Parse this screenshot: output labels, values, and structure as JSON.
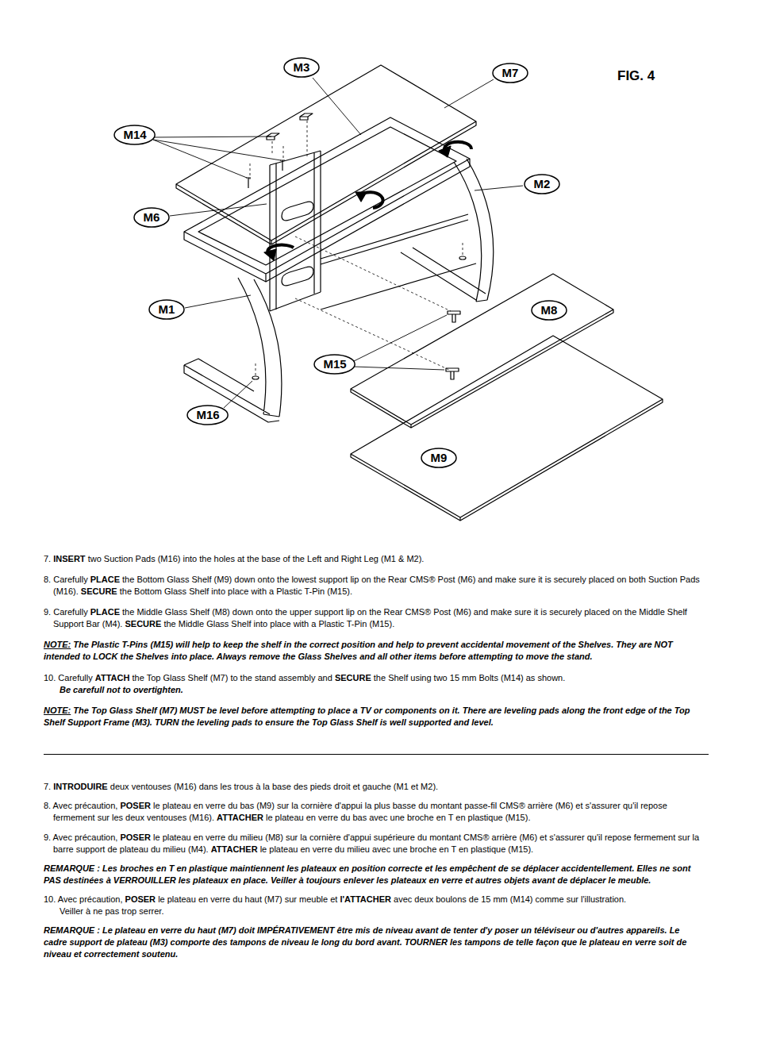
{
  "diagram": {
    "nodes": [
      {
        "text": [
          "M3"
        ]
      },
      {
        "text": [
          "M7"
        ]
      },
      {
        "text": [
          "M14"
        ]
      },
      {
        "text": [
          "M2"
        ]
      },
      {
        "text": [
          "M6"
        ]
      },
      {
        "text": [
          "M1"
        ]
      },
      {
        "text": [
          "M8"
        ]
      },
      {
        "text": [
          "M15"
        ]
      },
      {
        "text": [
          "M16"
        ]
      },
      {
        "text": [
          "M9"
        ]
      }
    ],
    "labels": [
      "FIG. 4",
      "7.",
      "INSERT",
      "two Suction Pads (M16) into the holes at the base of the Left and Right Leg (M1 & M2).",
      "8. Carefully",
      "PLACE",
      "the Bottom Glass Shelf (M9) down onto the lowest support lip on the Rear CMS® Post (M6) and make sure it is securely placed on both Suction Pads (M16).",
      "SECURE",
      "the Bottom Glass Shelf into place with a Plastic T-Pin (M15).",
      "9. Carefully",
      "PLACE",
      "the Middle Glass Shelf (M8) down onto the upper support lip on the Rear CMS® Post (M6) and make sure it is securely placed on the Middle Shelf Support Bar (M4).",
      "SECURE",
      "the Middle Glass Shelf into place with a Plastic T-Pin (M15).",
      "NOTE:",
      "The Plastic T-Pins (M15) will help to keep the shelf in the correct position and help to prevent accidental movement of the Shelves. They are NOT intended to LOCK the Shelves into place. Always remove the Glass Shelves and all other items before attempting to move the stand.",
      "10. Carefully",
      "ATTACH",
      "the Top Glass Shelf (M7) to the stand assembly and",
      "SECURE",
      "the Shelf using two 15 mm Bolts (M14) as shown.",
      "Be carefull not to overtighten.",
      "NOTE:",
      "The Top Glass Shelf (M7) MUST be level before attempting to place a TV or components on it. There are leveling pads along the front edge of the Top Shelf Support Frame (M3). TURN the leveling pads to ensure the Top Glass Shelf is well supported and level.",
      "7.",
      "INTRODUIRE",
      "deux ventouses (M16) dans les trous à la base des pieds droit et gauche (M1 et M2).",
      "8. Avec précaution,",
      "POSER",
      "le plateau en verre du bas (M9) sur la cornière d'appui la plus basse du montant passe-fil CMS® arrière (M6) et s'assurer qu'il repose fermement sur les deux ventouses (M16).",
      "ATTACHER",
      "le plateau en verre du bas avec une broche en T en plastique (M15).",
      "9. Avec précaution,",
      "POSER",
      "le plateau en verre du milieu (M8) sur la cornière d'appui supérieure du montant CMS® arrière (M6) et s'assurer qu'il repose fermement sur la barre support de plateau du milieu (M4).",
      "ATTACHER",
      "le plateau en verre du milieu avec une broche en T en plastique (M15).",
      "REMARQUE : Les broches en T en plastique maintiennent les plateaux en position correcte et les empêchent de se déplacer accidentellement. Elles ne sont PAS destinées à VERROUILLER les plateaux en place. Veiller à toujours enlever les plateaux en verre et autres objets avant de déplacer le meuble.",
      "10. Avec précaution,",
      "POSER",
      "le plateau en verre du haut (M7) sur meuble et",
      "l'ATTACHER",
      "avec deux boulons de 15 mm (M14) comme sur l'illustration.",
      "Veiller à ne pas trop serrer.",
      "REMARQUE : Le plateau en verre du haut (M7) doit IMPÉRATIVEMENT être mis de niveau avant de tenter d'y poser un téléviseur ou d'autres appareils. Le cadre support de plateau (M3) comporte des tampons de niveau le long du bord avant. TOURNER les tampons de telle façon que le plateau en verre soit de niveau et correctement soutenu."
    ]
  }
}
